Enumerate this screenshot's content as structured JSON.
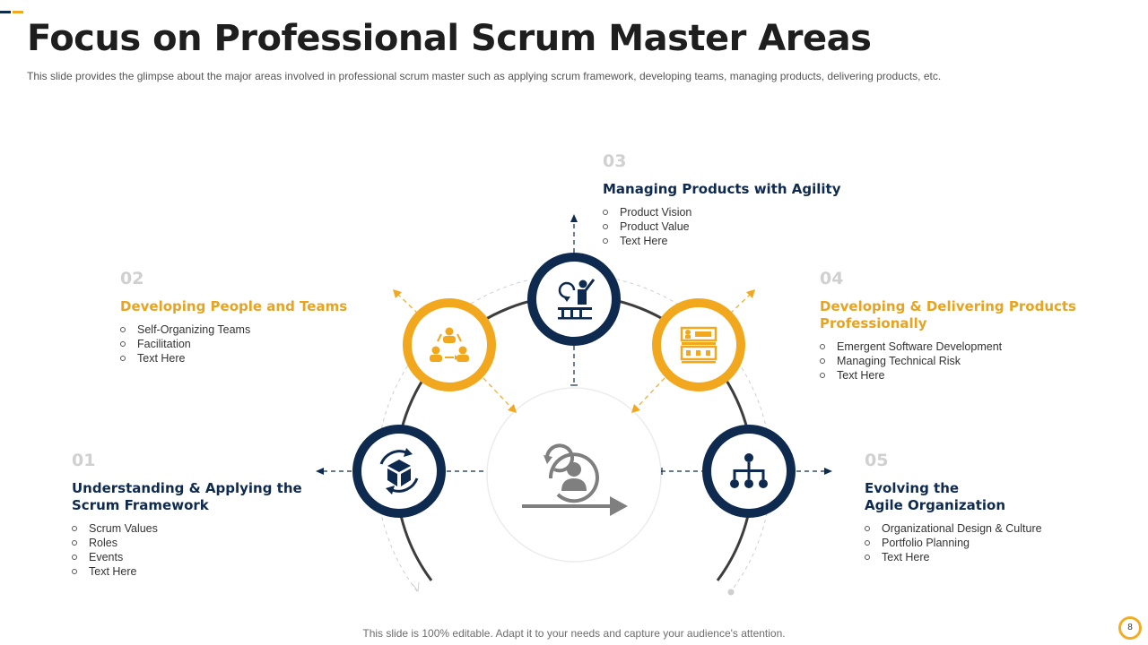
{
  "header": {
    "title": "Focus on Professional Scrum Master Areas",
    "subtitle": "This slide provides  the glimpse about the major areas involved  in professional  scrum master such as applying scrum framework,  developing  teams, managing  products, delivering  products, etc."
  },
  "colors": {
    "navy": "#0f2a4f",
    "gold": "#f2a81e",
    "gold_text": "#e8a320",
    "gray_icon": "#7f7f7f",
    "number_gray": "#d0d0d0"
  },
  "areas": [
    {
      "number": "01",
      "title": "Understanding & Applying the\nScrum Framework",
      "items": [
        "Scrum Values",
        "Roles",
        "Events",
        "Text Here"
      ],
      "icon": "box-cycle-icon"
    },
    {
      "number": "02",
      "title": "Developing People and Teams",
      "items": [
        "Self-Organizing Teams",
        "Facilitation",
        "Text Here"
      ],
      "icon": "team-network-icon"
    },
    {
      "number": "03",
      "title": "Managing Products with Agility",
      "items": [
        "Product Vision",
        "Product Value",
        "Text Here"
      ],
      "icon": "presenter-board-icon"
    },
    {
      "number": "04",
      "title": "Developing & Delivering Products\nProfessionally",
      "items": [
        "Emergent Software Development",
        "Managing Technical Risk",
        "Text Here"
      ],
      "icon": "delivery-shop-icon"
    },
    {
      "number": "05",
      "title": "Evolving the\nAgile Organization",
      "items": [
        "Organizational Design & Culture",
        "Portfolio Planning",
        "Text Here"
      ],
      "icon": "org-chart-icon"
    }
  ],
  "center_icon": "agile-cycle-person-icon",
  "footer": {
    "note": "This slide is 100% editable. Adapt it to your needs and capture your audience's attention.",
    "page_number": "8"
  }
}
